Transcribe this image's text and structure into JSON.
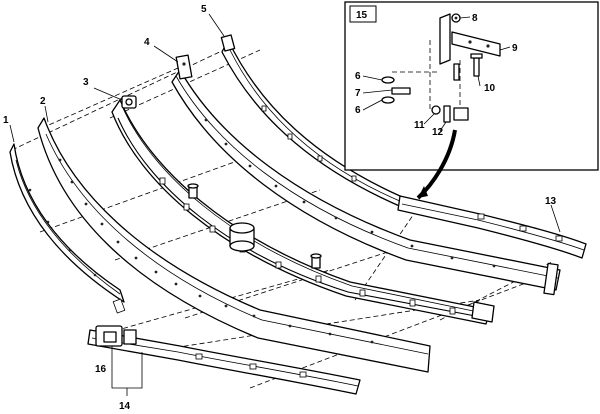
{
  "callouts": [
    {
      "id": "c1",
      "text": "1"
    },
    {
      "id": "c2",
      "text": "2"
    },
    {
      "id": "c3",
      "text": "3"
    },
    {
      "id": "c4",
      "text": "4"
    },
    {
      "id": "c5",
      "text": "5"
    },
    {
      "id": "c6a",
      "text": "6"
    },
    {
      "id": "c6b",
      "text": "6"
    },
    {
      "id": "c7",
      "text": "7"
    },
    {
      "id": "c8",
      "text": "8"
    },
    {
      "id": "c9",
      "text": "9"
    },
    {
      "id": "c10",
      "text": "10"
    },
    {
      "id": "c11",
      "text": "11"
    },
    {
      "id": "c12",
      "text": "12"
    },
    {
      "id": "c13",
      "text": "13"
    },
    {
      "id": "c14",
      "text": "14"
    },
    {
      "id": "c15",
      "text": "15"
    },
    {
      "id": "c16",
      "text": "16"
    }
  ],
  "labels": {
    "c1": "1",
    "c2": "2",
    "c3": "3",
    "c4": "4",
    "c5": "5",
    "c6a": "6",
    "c6b": "6",
    "c7": "7",
    "c8": "8",
    "c9": "9",
    "c10": "10",
    "c11": "11",
    "c12": "12",
    "c13": "13",
    "c14": "14",
    "c15": "15",
    "c16": "16"
  }
}
